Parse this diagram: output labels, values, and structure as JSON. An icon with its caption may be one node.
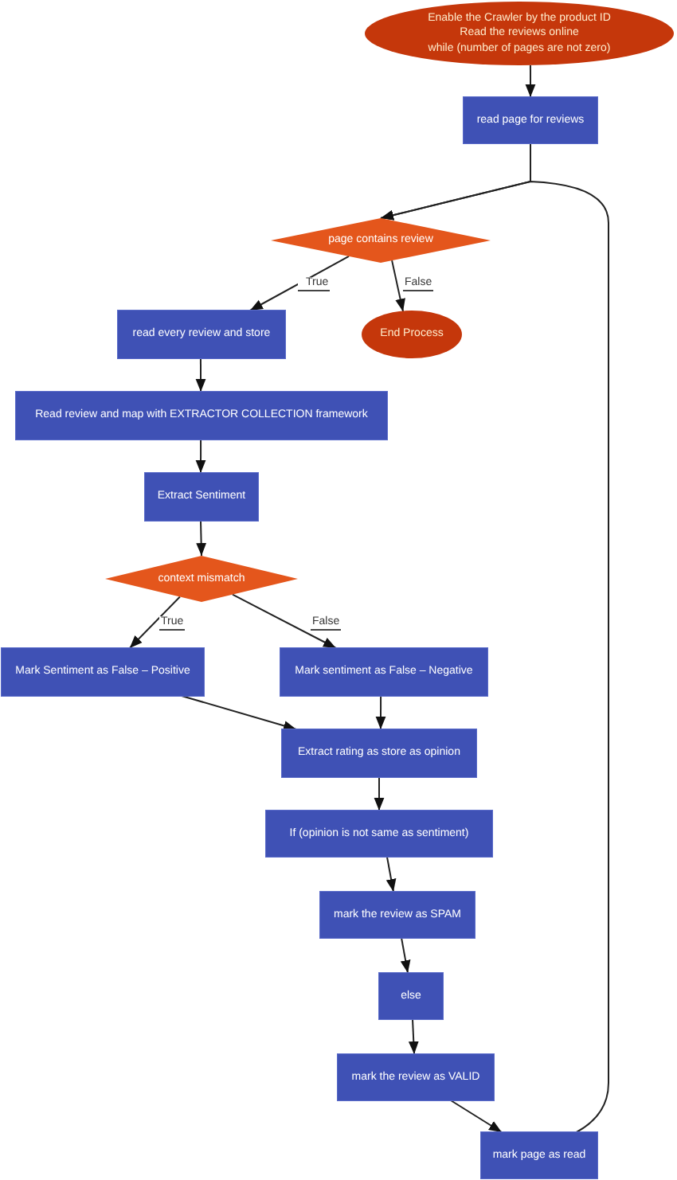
{
  "diagram": {
    "nodes": [
      {
        "text": [
          "Enable the Crawler by the product ID",
          "Read the reviews online",
          "while (number of pages are not zero)"
        ]
      },
      {
        "text": [
          "read page for reviews"
        ]
      },
      {
        "text": [
          "page contains review"
        ]
      },
      {
        "text": [
          "read every review and store"
        ]
      },
      {
        "text": [
          "End Process"
        ]
      },
      {
        "text": [
          "Read review and map with EXTRACTOR COLLECTION framework"
        ]
      },
      {
        "text": [
          "Extract Sentiment"
        ]
      },
      {
        "text": [
          "context mismatch"
        ]
      },
      {
        "text": [
          "Mark Sentiment as False – Positive"
        ]
      },
      {
        "text": [
          "Mark sentiment as False – Negative"
        ]
      },
      {
        "text": [
          "Extract rating as store as opinion"
        ]
      },
      {
        "text": [
          "If (opinion is not same as sentiment)"
        ]
      },
      {
        "text": [
          "mark the review as SPAM"
        ]
      },
      {
        "text": [
          "else"
        ]
      },
      {
        "text": [
          "mark the review as VALID"
        ]
      },
      {
        "text": [
          "mark page as read"
        ]
      }
    ],
    "edges": [
      {
        "from": 0,
        "to": 1,
        "arrow": "to"
      },
      {
        "from": 1,
        "to": 2,
        "arrow": "to"
      },
      {
        "from": 2,
        "to": 3,
        "arrow": "to",
        "label": "True"
      },
      {
        "from": 2,
        "to": 4,
        "arrow": "to",
        "label": "False"
      },
      {
        "from": 3,
        "to": 5,
        "arrow": "to"
      },
      {
        "from": 5,
        "to": 6,
        "arrow": "to"
      },
      {
        "from": 6,
        "to": 7,
        "arrow": "to"
      },
      {
        "from": 7,
        "to": 8,
        "arrow": "to",
        "label": "True"
      },
      {
        "from": 7,
        "to": 9,
        "arrow": "to",
        "label": "False"
      },
      {
        "from": 8,
        "to": 10,
        "arrow": "to"
      },
      {
        "from": 9,
        "to": 10,
        "arrow": "to"
      },
      {
        "from": 10,
        "to": 11,
        "arrow": "to"
      },
      {
        "from": 11,
        "to": 12,
        "arrow": "to"
      },
      {
        "from": 12,
        "to": 13,
        "arrow": "to"
      },
      {
        "from": 13,
        "to": 14,
        "arrow": "to"
      },
      {
        "from": 14,
        "to": 15,
        "arrow": "to"
      },
      {
        "from": 15,
        "to": 2,
        "arrow": "to"
      }
    ]
  }
}
